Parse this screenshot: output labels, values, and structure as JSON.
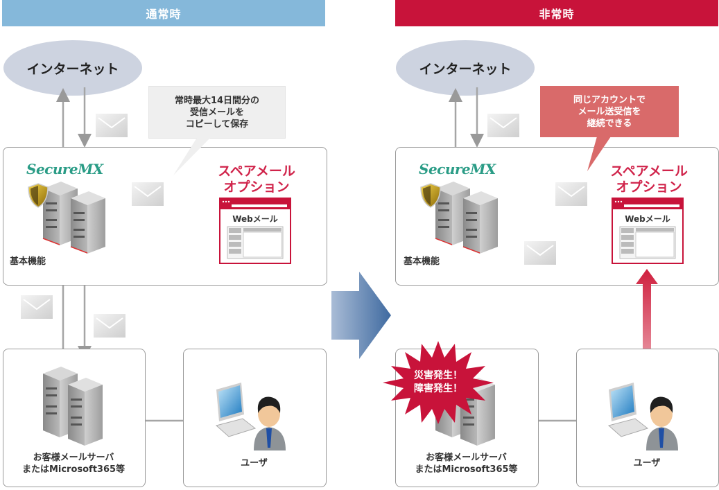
{
  "panels": {
    "normal": {
      "header": "通常時",
      "internet_label": "インターネット",
      "callout": [
        "常時最大14日間分の",
        "受信メールを",
        "コピーして保存"
      ],
      "securemx_logo": "SecureMX",
      "basic_function_label": "基本機能",
      "spare_mail_title": [
        "スペアメール",
        "オプション"
      ],
      "webmail_label": "Webメール",
      "customer_server_label": [
        "お客様メールサーバ",
        "またはMicrosoft365等"
      ],
      "user_label": "ユーザ"
    },
    "emergency": {
      "header": "非常時",
      "internet_label": "インターネット",
      "callout": [
        "同じアカウントで",
        "メール送受信を",
        "継続できる"
      ],
      "securemx_logo": "SecureMX",
      "basic_function_label": "基本機能",
      "spare_mail_title": [
        "スペアメール",
        "オプション"
      ],
      "webmail_label": "Webメール",
      "disaster_burst": [
        "災害発生！",
        "障害発生！"
      ],
      "customer_server_label": [
        "お客様メールサーバ",
        "またはMicrosoft365等"
      ],
      "user_label": "ユーザ"
    }
  },
  "colors": {
    "normal_header": "#85b8da",
    "emergency_header": "#c8133a",
    "accent_red": "#d0234a",
    "logo_green": "#2a9c86",
    "internet_fill": "#cdd3e0",
    "callout_red": "#d96a6a",
    "transition_arrow": "#5b80ad"
  },
  "icons": {
    "internet": "cloud-ellipse",
    "server": "server-rack-icon",
    "shield": "shield-icon",
    "mail": "envelope-icon",
    "webmail": "browser-window-icon",
    "user": "user-at-computer-icon",
    "transition": "right-arrow-icon",
    "burst": "starburst-icon"
  }
}
